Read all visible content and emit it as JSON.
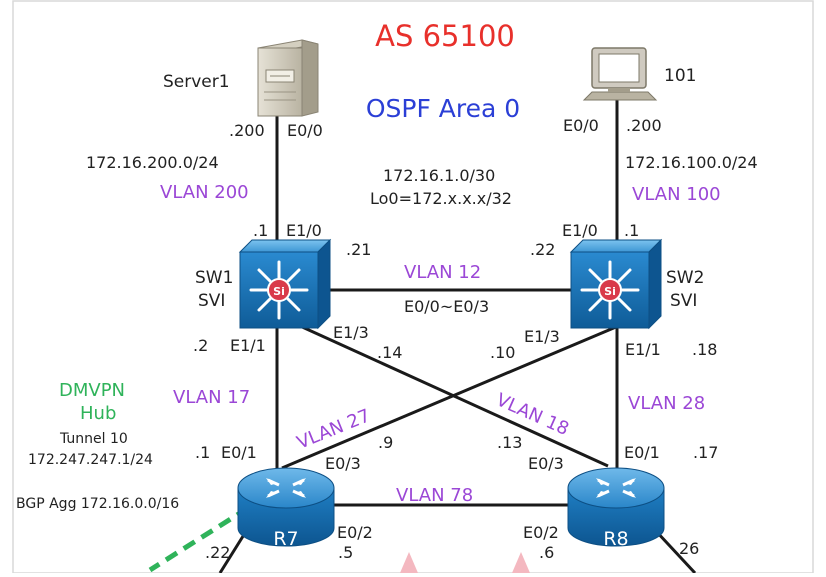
{
  "diagram": {
    "title": "AS 65100",
    "area": "OSPF Area 0",
    "colors": {
      "title": "#e8302b",
      "area": "#2b3fd6",
      "vlan": "#9b47d6",
      "dmvpn": "#2fb35a",
      "text": "#222222",
      "link": "#1a1a1a",
      "device_blue": "#1f7fc4",
      "frame": "#d9d9d9"
    },
    "nodes": {
      "server1": {
        "label": "Server1",
        "icon": "server-icon"
      },
      "pc101": {
        "label": "101",
        "icon": "pc-icon"
      },
      "sw1": {
        "label_line1": "SW1",
        "label_line2": "SVI",
        "icon": "multilayer-switch-icon",
        "badge": "Si"
      },
      "sw2": {
        "label_line1": "SW2",
        "label_line2": "SVI",
        "icon": "multilayer-switch-icon",
        "badge": "Si"
      },
      "r7": {
        "label": "R7",
        "icon": "router-icon"
      },
      "r8": {
        "label": "R8",
        "icon": "router-icon"
      }
    },
    "labels": {
      "server_ip": ".200",
      "server_port": "E0/0",
      "server_subnet": "172.16.200.0/24",
      "vlan200": "VLAN 200",
      "sw1_ip_top": ".1",
      "sw1_port_top": "E1/0",
      "pc_port": "E0/0",
      "pc_ip": ".200",
      "pc_subnet": "172.16.100.0/24",
      "vlan100": "VLAN 100",
      "sw2_port_top": "E1/0",
      "sw2_ip_top": ".1",
      "core_subnet": "172.16.1.0/30",
      "loopback": "Lo0=172.x.x.x/32",
      "sw1_ip_vlan12": ".21",
      "sw2_ip_vlan12": ".22",
      "vlan12": "VLAN 12",
      "ports_vlan12": "E0/0~E0/3",
      "sw1_ip_bottom": ".2",
      "sw1_port_bottom": "E1/1",
      "sw1_port_cross": "E1/3",
      "sw1_ip_cross": ".14",
      "sw2_ip_cross": ".10",
      "sw2_port_cross": "E1/3",
      "sw2_port_bottom": "E1/1",
      "sw2_ip_bottom": ".18",
      "dmvpn_line1": "DMVPN",
      "dmvpn_line2": "Hub",
      "tunnel": "Tunnel 10",
      "tunnel_ip": "172.247.247.1/24",
      "vlan17": "VLAN 17",
      "vlan27": "VLAN 27",
      "vlan18": "VLAN 18",
      "vlan28": "VLAN 28",
      "r7_ip_vlan17": ".1",
      "r7_port_vlan17": "E0/1",
      "r7_ip_vlan27": ".9",
      "r7_port_vlan27": "E0/3",
      "r8_ip_vlan18": ".13",
      "r8_port_vlan18": "E0/3",
      "r8_port_vlan28": "E0/1",
      "r8_ip_vlan28": ".17",
      "bgp_agg": "BGP Agg 172.16.0.0/16",
      "vlan78": "VLAN 78",
      "r7_port_vlan78": "E0/2",
      "r8_port_vlan78": "E0/2",
      "r7_ip_tunnel": ".22",
      "r7_ip_vlan78": ".5",
      "r8_ip_vlan78": ".6",
      "r8_ip_bottom": "26"
    }
  }
}
